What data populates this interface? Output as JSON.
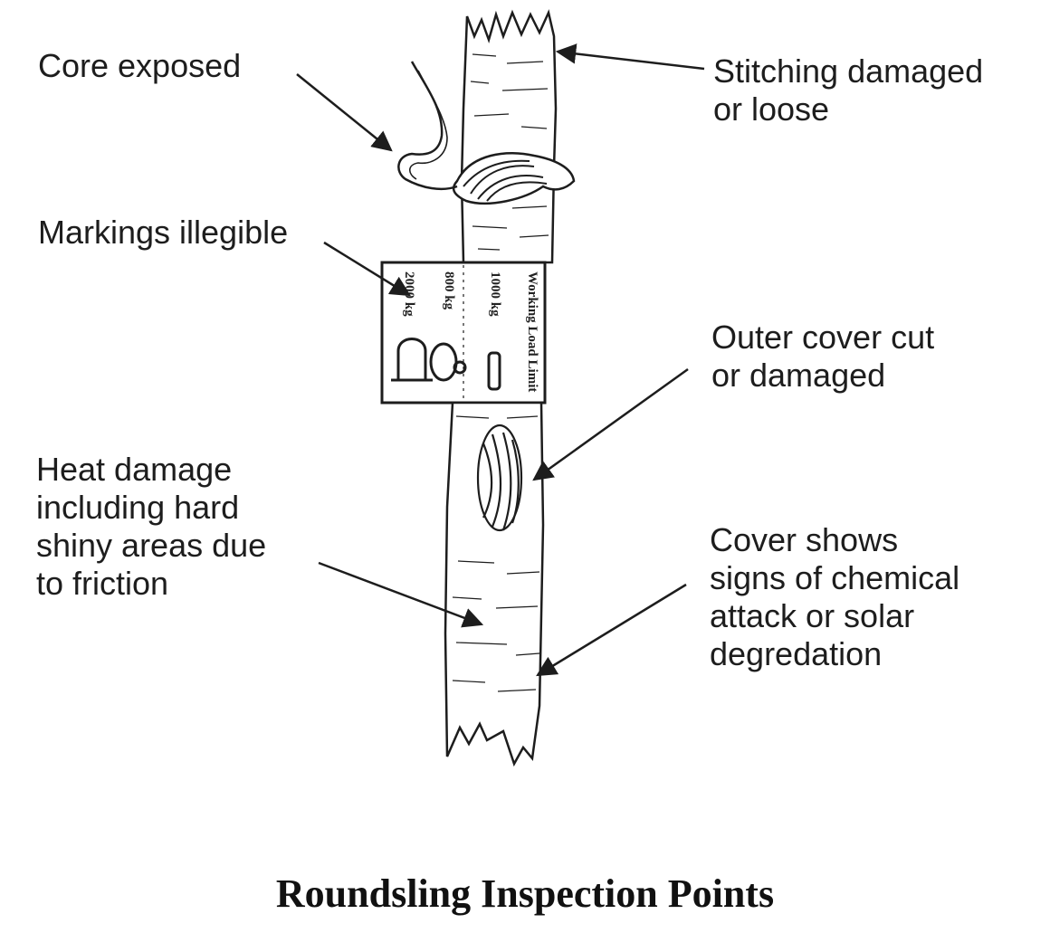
{
  "title": "Roundsling Inspection Points",
  "callouts": {
    "core_exposed": "Core exposed",
    "stitching": "Stitching damaged\nor loose",
    "markings": "Markings illegible",
    "outer_cover": "Outer cover cut\nor damaged",
    "heat_damage": "Heat damage\nincluding hard\nshiny areas due\nto friction",
    "chemical": "Cover shows\nsigns of chemical\nattack or solar\ndegredation"
  },
  "tag": {
    "heading": "Working Load Limit",
    "rows": [
      "1000 kg",
      "800 kg",
      "2000 kg"
    ]
  },
  "colors": {
    "ink": "#1d1d1d",
    "paper": "#ffffff"
  }
}
